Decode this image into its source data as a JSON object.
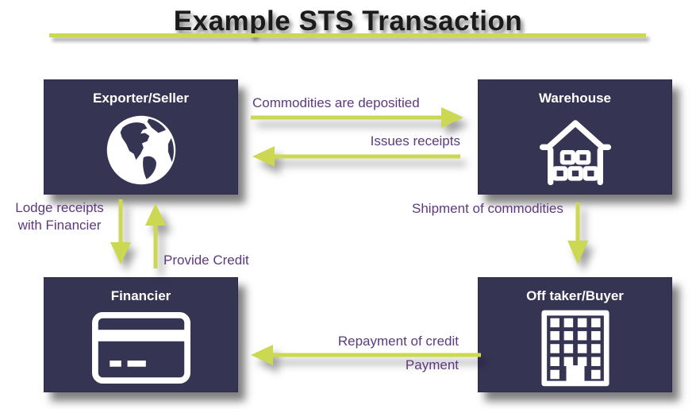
{
  "title": "Example STS Transaction",
  "colors": {
    "accent": "#ccd852",
    "box": "#363453",
    "label": "#5d3a7e",
    "title": "#1b1b1b"
  },
  "nodes": {
    "exporter": {
      "label": "Exporter/Seller",
      "icon": "globe-icon"
    },
    "warehouse": {
      "label": "Warehouse",
      "icon": "warehouse-icon"
    },
    "financier": {
      "label": "Financier",
      "icon": "credit-card-icon"
    },
    "offtaker": {
      "label": "Off taker/Buyer",
      "icon": "office-building-icon"
    }
  },
  "flows": {
    "deposit": "Commodities are depositied",
    "issue_receipts": "Issues receipts",
    "lodge_receipts": "Lodge receipts\nwith Financier",
    "provide_credit": "Provide Credit",
    "shipment": "Shipment of commodities",
    "repayment": "Repayment of credit",
    "payment": "Payment"
  }
}
